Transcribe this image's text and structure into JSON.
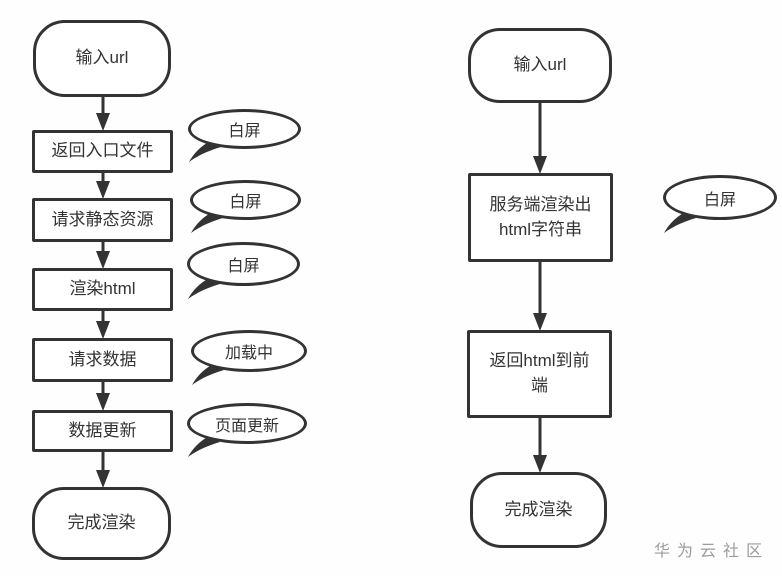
{
  "left_flow": {
    "nodes": [
      {
        "lines": [
          "输入url"
        ]
      },
      {
        "lines": [
          "返回入口文件"
        ]
      },
      {
        "lines": [
          "请求静态资源"
        ]
      },
      {
        "lines": [
          "渲染html"
        ]
      },
      {
        "lines": [
          "请求数据"
        ]
      },
      {
        "lines": [
          "数据更新"
        ]
      },
      {
        "lines": [
          "完成渲染"
        ]
      }
    ],
    "bubbles": [
      {
        "label": "白屏"
      },
      {
        "label": "白屏"
      },
      {
        "label": "白屏"
      },
      {
        "label": "加载中"
      },
      {
        "label": "页面更新"
      }
    ]
  },
  "right_flow": {
    "nodes": [
      {
        "lines": [
          "输入url"
        ]
      },
      {
        "lines": [
          "服务端渲染出",
          "html字符串"
        ]
      },
      {
        "lines": [
          "返回html到前",
          "端"
        ]
      },
      {
        "lines": [
          "完成渲染"
        ]
      }
    ],
    "bubbles": [
      {
        "label": "白屏"
      }
    ]
  },
  "watermark": "华为云社区",
  "colors": {
    "stroke": "#333333",
    "text": "#333333",
    "watermark": "#9c9c9c",
    "background": "#fefefe"
  }
}
